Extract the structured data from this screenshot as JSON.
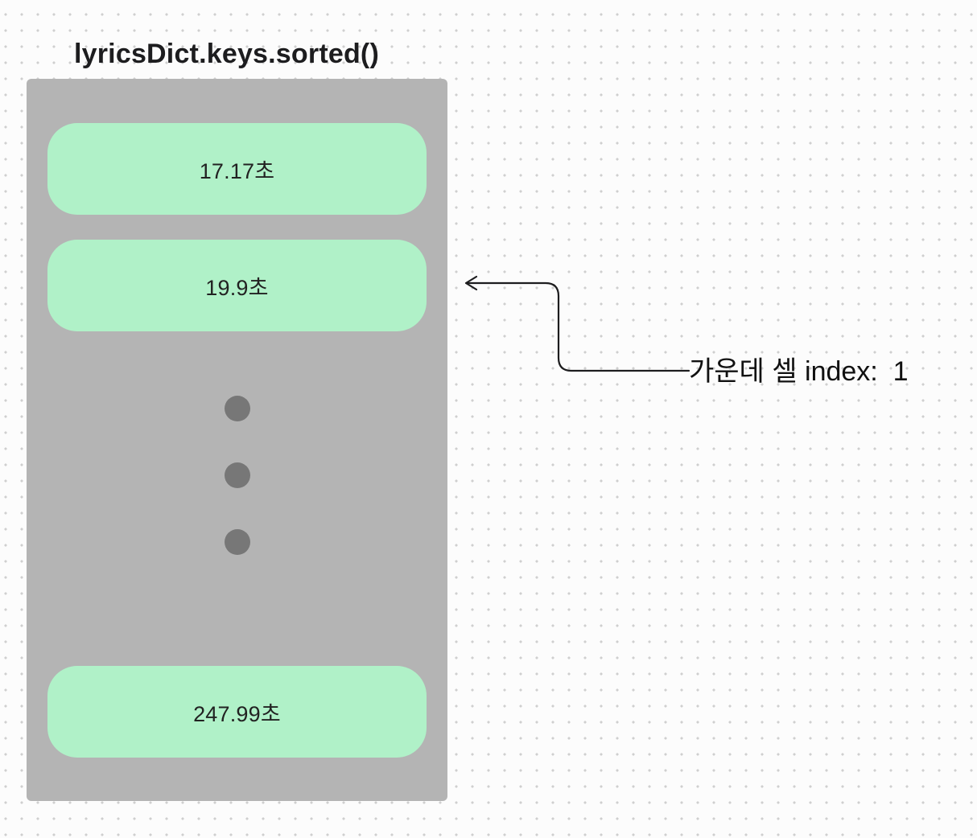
{
  "title": "lyricsDict.keys.sorted()",
  "array_box": {
    "cells_top": [
      {
        "text": "17.17초"
      },
      {
        "text": "19.9초"
      }
    ],
    "ellipsis_dot_count": 3,
    "cells_bottom": [
      {
        "text": "247.99초"
      }
    ]
  },
  "annotation": {
    "text": "가운데 셀 index:  1"
  },
  "colors": {
    "background": "#fcfcfc",
    "grid_dot": "#cfcfcf",
    "container_gray": "#b4b4b4",
    "cell_green": "#b0f1c8",
    "ellipsis_dot_gray": "#777777",
    "text_dark": "#1d1d1f",
    "arrow_stroke": "#1d1d1f"
  }
}
